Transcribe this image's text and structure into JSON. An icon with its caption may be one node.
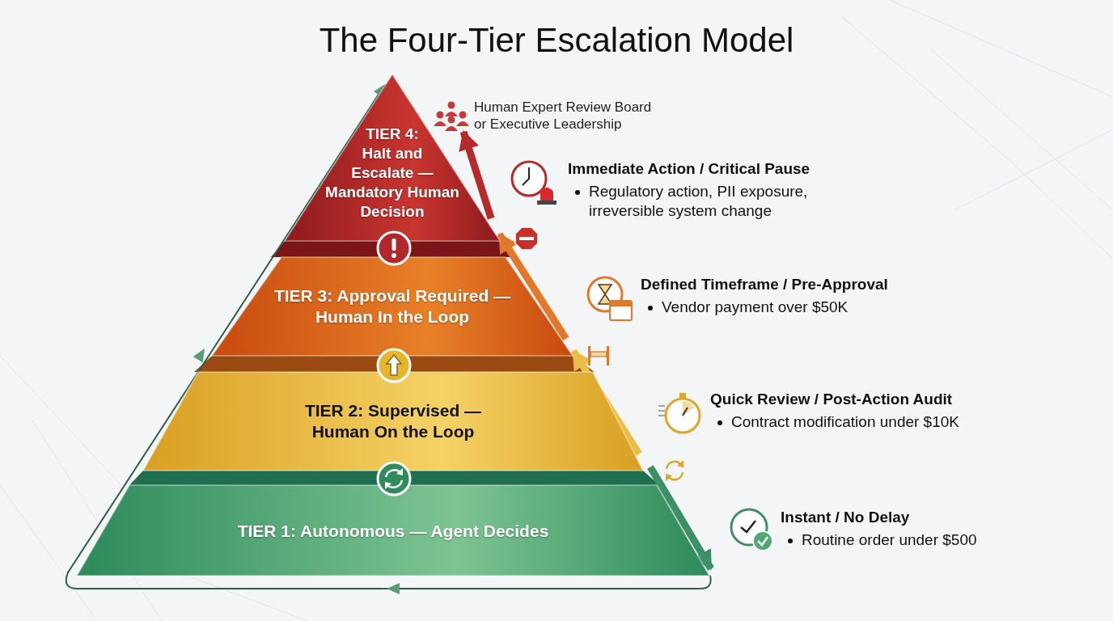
{
  "diagram": {
    "title": "The Four-Tier Escalation Model",
    "nodes": [
      {
        "text": [
          "TIER 4: Halt and Escalate — Mandatory Human Decision"
        ]
      },
      {
        "text": [
          "TIER 3: Approval Required — Human In the Loop"
        ]
      },
      {
        "text": [
          "TIER 2: Supervised — Human On the Loop"
        ]
      },
      {
        "text": [
          "TIER 1: Autonomous — Agent Decides"
        ]
      },
      {
        "text": [
          "Human Expert Review Board or Executive Leadership"
        ]
      },
      {
        "text": [
          "Immediate Action / Critical Pause",
          "Regulatory action, PII exposure, irreversible system change"
        ]
      },
      {
        "text": [
          "Defined Timeframe / Pre-Approval",
          "Vendor payment over $50K"
        ]
      },
      {
        "text": [
          "Quick Review / Post-Action Audit",
          "Contract modification under $10K"
        ]
      },
      {
        "text": [
          "Instant / No Delay",
          "Routine order under $500"
        ]
      }
    ],
    "edges": [
      {
        "from": 0,
        "to": 4,
        "arrow": "to",
        "color": "#b52a2a"
      },
      {
        "from": 1,
        "to": 0,
        "arrow": "to",
        "color": "#e07a2a"
      },
      {
        "from": 2,
        "to": 1,
        "arrow": "to",
        "color": "#e9be48"
      },
      {
        "from": 2,
        "to": 3,
        "arrow": "to",
        "color": "#3f8f66"
      },
      {
        "from": 3,
        "to": 0,
        "arrow": "to",
        "color": "#2f5e46"
      }
    ]
  }
}
